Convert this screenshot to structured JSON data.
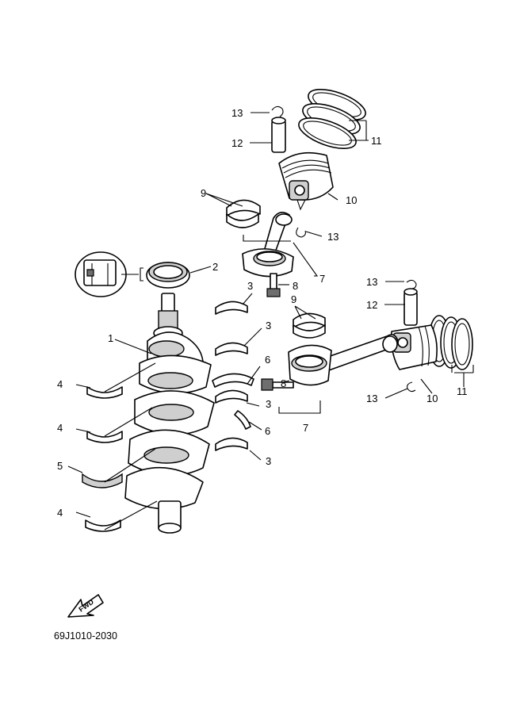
{
  "diagram": {
    "code": "69J1010-2030",
    "fwd_label": "FWD",
    "callouts": {
      "c1": "1",
      "c2": "2",
      "c3a": "3",
      "c3b": "3",
      "c3c": "3",
      "c3d": "3",
      "c4a": "4",
      "c4b": "4",
      "c4c": "4",
      "c5": "5",
      "c6a": "6",
      "c6b": "6",
      "c7a": "7",
      "c7b": "7",
      "c8a": "8",
      "c8b": "8",
      "c9a": "9",
      "c9b": "9",
      "c10a": "10",
      "c10b": "10",
      "c11a": "11",
      "c11b": "11",
      "c12a": "12",
      "c12b": "12",
      "c13a": "13",
      "c13b": "13",
      "c13c": "13",
      "c13d": "13"
    }
  }
}
